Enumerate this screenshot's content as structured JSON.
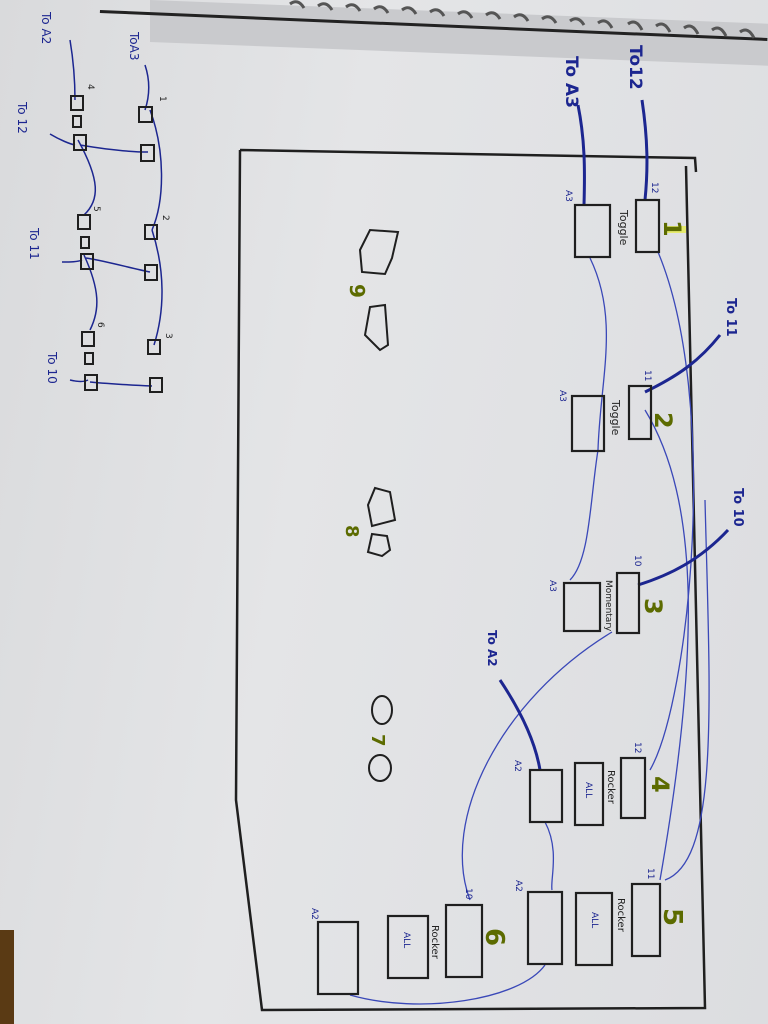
{
  "document": {
    "medium": "hand-drawn wiring diagram on spiral notebook paper (rotated 90°)",
    "colors": {
      "paper": "#e2e3e5",
      "ink_black": "#1f1f1f",
      "ink_blue": "#1c2690",
      "thin_wire_blue": "#3a48b8",
      "highlight_yellow": "#e8f03c",
      "desk_brown": "#5a3a14"
    }
  },
  "main_panel": {
    "switches": [
      {
        "number": "1",
        "type_label": "Toggle",
        "terminal_top": "12",
        "terminal_side": "A3",
        "external": "To12",
        "external2": "To A3"
      },
      {
        "number": "2",
        "type_label": "Toggle",
        "terminal_top": "11",
        "terminal_side": "A3",
        "external": "To 11"
      },
      {
        "number": "3",
        "type_label": "Momentary",
        "terminal_top": "10",
        "terminal_side": "A3",
        "external": "To 10"
      },
      {
        "number": "4",
        "type_label": "Rocker",
        "terminal_top": "12",
        "terminal_side": "A2",
        "middle": "ALL",
        "external": "To A2"
      },
      {
        "number": "5",
        "type_label": "Rocker",
        "terminal_top": "11",
        "terminal_side": "A2",
        "middle": "ALL"
      },
      {
        "number": "6",
        "type_label": "Rocker",
        "terminal_top": "10",
        "terminal_side": "A2",
        "middle": "ALL"
      }
    ],
    "knobs": [
      {
        "number": "7"
      },
      {
        "number": "8"
      },
      {
        "number": "9"
      }
    ]
  },
  "mini_schematic": {
    "labels": {
      "to_a3": "ToA3",
      "to_a2": "To A2",
      "to_12": "To 12",
      "to_11": "To 11",
      "to_10": "To 10"
    },
    "switch_numbers": [
      "1",
      "2",
      "3",
      "4",
      "5",
      "6"
    ]
  }
}
